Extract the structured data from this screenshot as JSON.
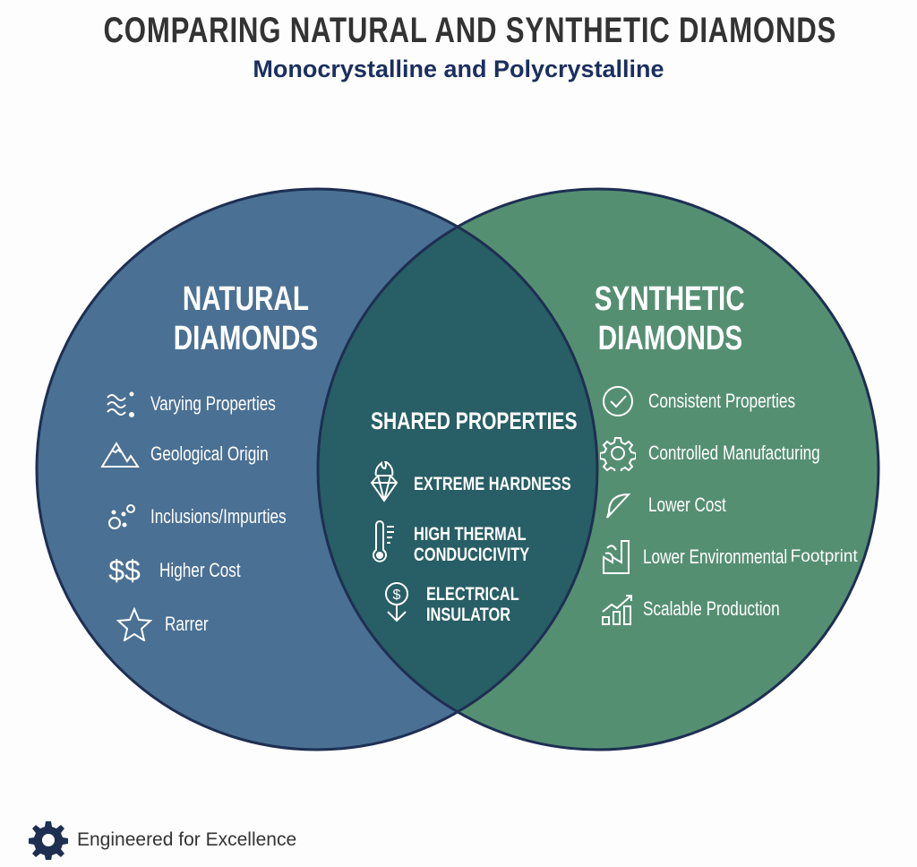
{
  "title": "COMPARING NATURAL AND SYNTHETIC DIAMONDS",
  "subtitle": "Monocrystalline and Polycrystalline",
  "colors": {
    "natural": "#4a7093",
    "synthetic": "#558f72",
    "overlap": "#285e65",
    "outline": "#1d2f52"
  },
  "natural": {
    "heading_line1": "NATURAL",
    "heading_line2": "DIAMONDS",
    "items": [
      {
        "label": "Varying Properties",
        "icon": "waves-icon"
      },
      {
        "label": "Geological Origin",
        "icon": "mountain-icon"
      },
      {
        "label": "Inclusions/Impurties",
        "icon": "bubbles-icon"
      },
      {
        "label": "Higher Cost",
        "icon": "dollar-icon"
      },
      {
        "label": "Rarrer",
        "icon": "star-icon"
      }
    ]
  },
  "shared": {
    "heading": "SHARED PROPERTIES",
    "items": [
      {
        "line1": "EXTREME HARDNESS",
        "line2": "",
        "icon": "diamond-flame-icon"
      },
      {
        "line1": "HIGH THERMAL",
        "line2": "CONDUCICIVITY",
        "icon": "thermometer-icon"
      },
      {
        "line1": "ELECTRICAL",
        "line2": "INSULATOR",
        "icon": "dollar-down-icon"
      }
    ]
  },
  "synthetic": {
    "heading_line1": "SYNTHETIC",
    "heading_line2": "DIAMONDS",
    "items": [
      {
        "label": "Consistent Properties",
        "icon": "check-circle-icon"
      },
      {
        "label": "Controlled Manufacturing",
        "icon": "gear-icon"
      },
      {
        "label": "Lower Cost",
        "icon": "leaf-icon"
      },
      {
        "label": "Lower Environmental",
        "label_extra": "Footprint",
        "icon": "factory-icon"
      },
      {
        "label": "Scalable Production",
        "icon": "growth-chart-icon"
      }
    ]
  },
  "footer": {
    "label": "Engineered for Excellence",
    "icon": "gear-icon"
  }
}
